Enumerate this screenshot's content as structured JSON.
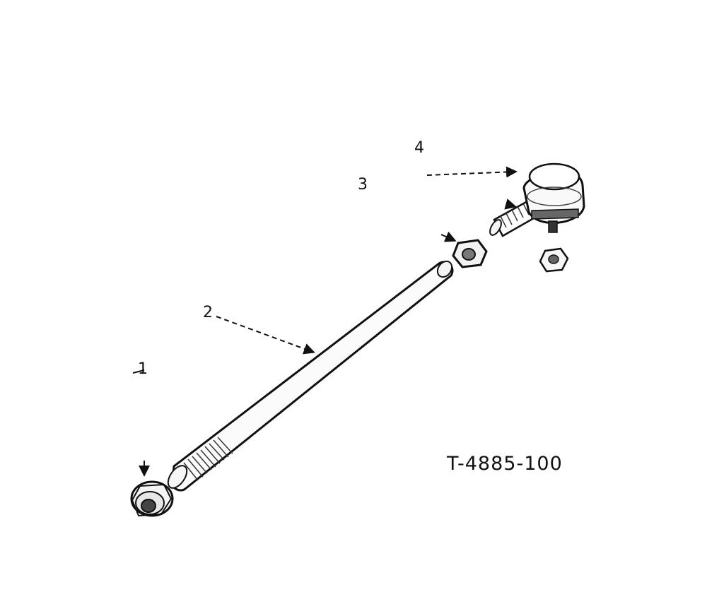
{
  "diagram": {
    "callouts": [
      {
        "id": "1",
        "label": "1"
      },
      {
        "id": "2",
        "label": "2"
      },
      {
        "id": "3",
        "label": "3"
      },
      {
        "id": "4",
        "label": "4"
      }
    ],
    "drawing_number": "T-4885-100",
    "line_color": "#111111",
    "background": "#ffffff"
  }
}
